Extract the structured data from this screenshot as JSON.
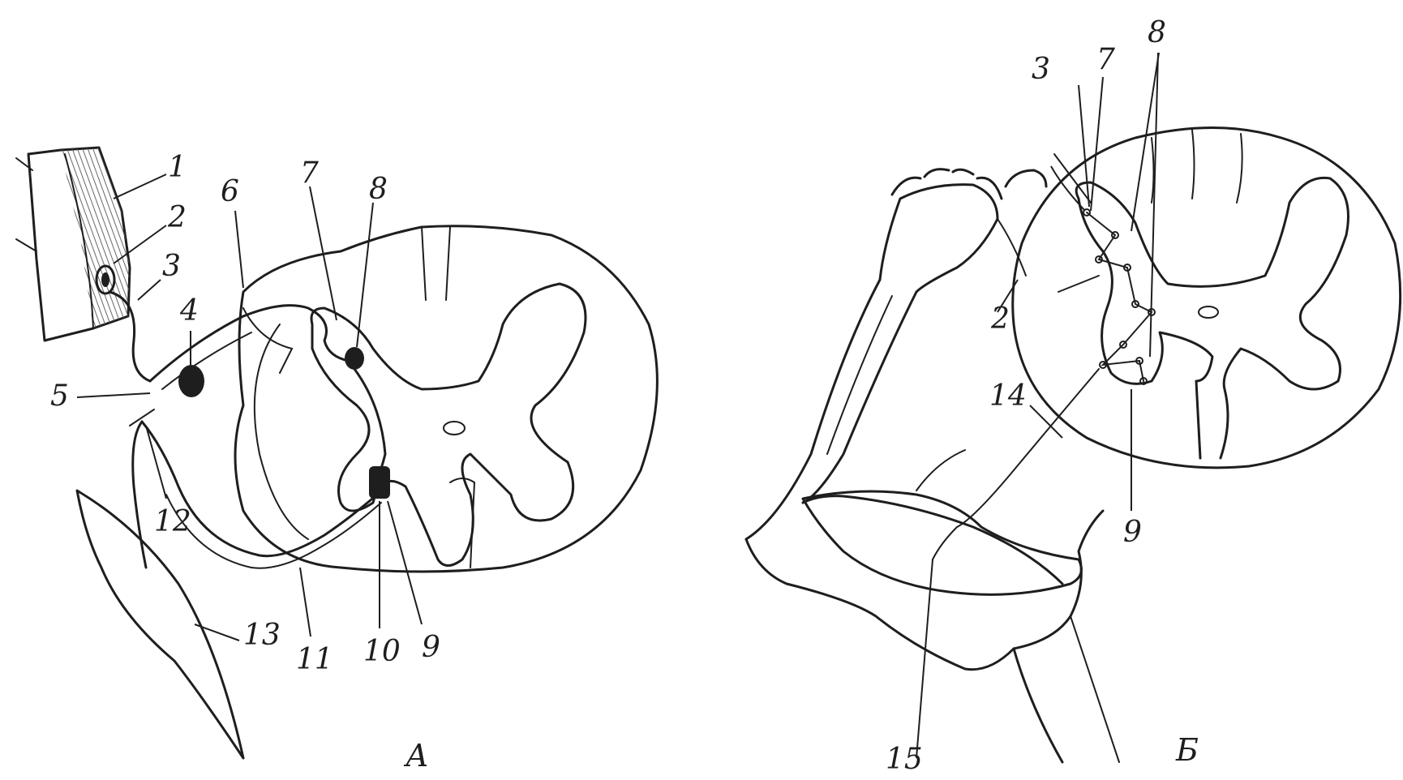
{
  "panels": {
    "a": {
      "caption": "А",
      "labels": [
        "1",
        "2",
        "3",
        "4",
        "5",
        "6",
        "7",
        "8",
        "9",
        "10",
        "11",
        "12",
        "13"
      ]
    },
    "b": {
      "caption": "Б",
      "labels": [
        "2",
        "3",
        "7",
        "8",
        "9",
        "14",
        "15"
      ]
    }
  },
  "colors": {
    "ink": "#1e1e1e",
    "background": "#ffffff"
  }
}
